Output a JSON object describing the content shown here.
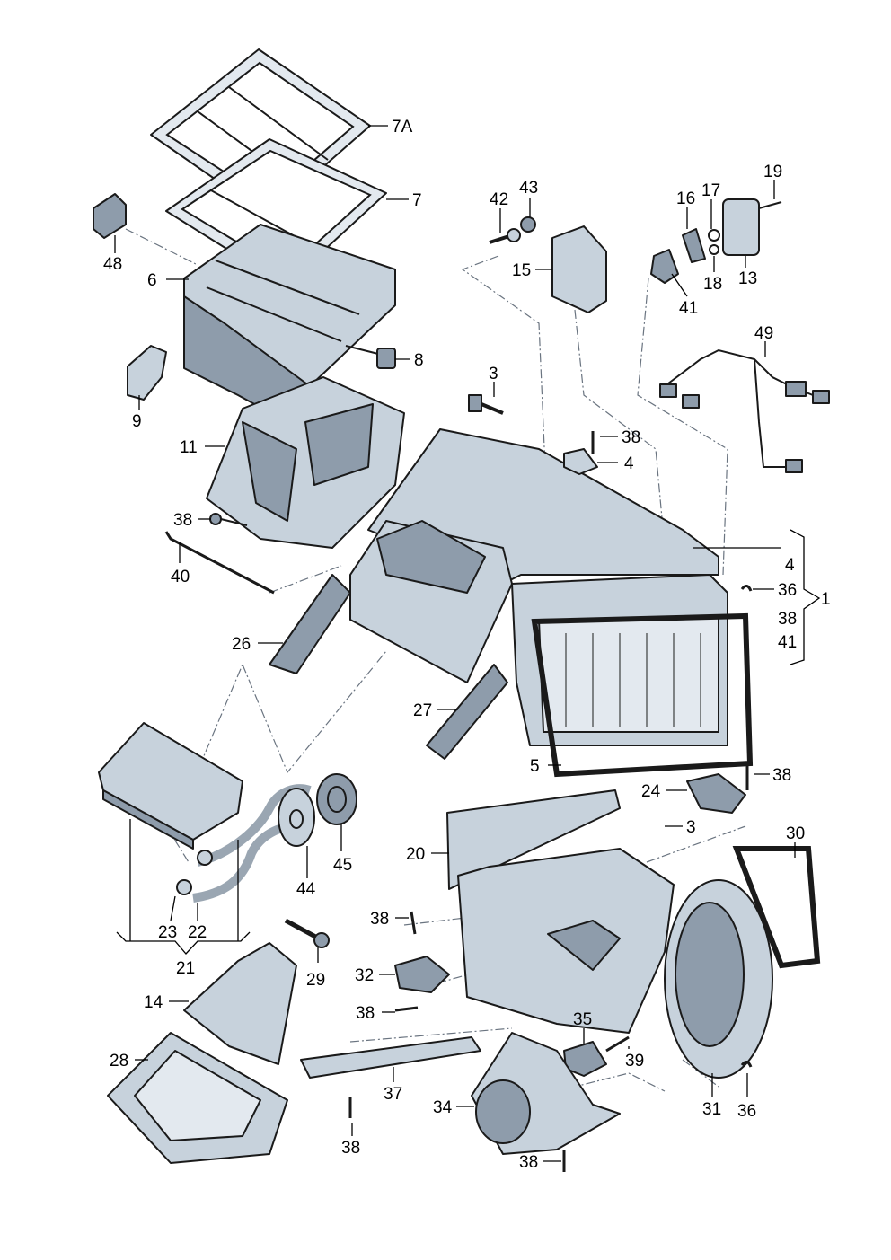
{
  "callouts": {
    "c7a": "7A",
    "c7": "7",
    "c6": "6",
    "c48": "48",
    "c8": "8",
    "c9": "9",
    "c11": "11",
    "c38_a": "38",
    "c40": "40",
    "c26": "26",
    "c27": "27",
    "c42": "42",
    "c43": "43",
    "c15": "15",
    "c16": "16",
    "c17": "17",
    "c19": "19",
    "c13": "13",
    "c18": "18",
    "c41_a": "41",
    "c49": "49",
    "c3_a": "3",
    "c38_b": "38",
    "c4_a": "4",
    "c4_b": "4",
    "c36_a": "36",
    "c1": "1",
    "c38_c": "38",
    "c41_b": "41",
    "c5": "5",
    "c38_d": "38",
    "c24": "24",
    "c3_b": "3",
    "c30": "30",
    "c20": "20",
    "c44": "44",
    "c45": "45",
    "c38_e": "38",
    "c23": "23",
    "c22": "22",
    "c21": "21",
    "c29": "29",
    "c32": "32",
    "c14": "14",
    "c38_f": "38",
    "c35": "35",
    "c39": "39",
    "c28": "28",
    "c37": "37",
    "c34": "34",
    "c31": "31",
    "c36_b": "36",
    "c38_g": "38",
    "c38_h": "38"
  },
  "colors": {
    "part_fill": "#c7d2dc",
    "part_shade": "#8e9cab",
    "part_highlight": "#e3e9ef",
    "outline": "#1a1a1a",
    "leader": "#000000",
    "dash_line": "#6a7480"
  }
}
